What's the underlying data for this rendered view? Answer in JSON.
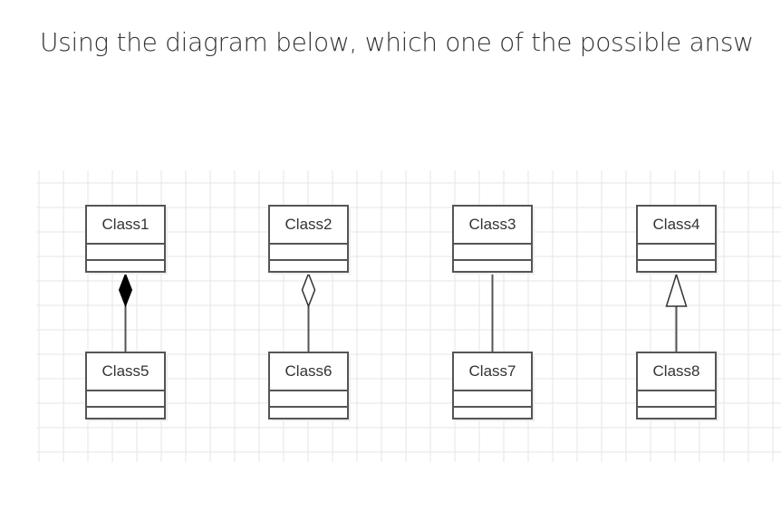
{
  "question": {
    "text": "Using the diagram below, which one of the possible answ"
  },
  "diagram": {
    "grid": true,
    "classes": [
      {
        "name": "Class1"
      },
      {
        "name": "Class2"
      },
      {
        "name": "Class3"
      },
      {
        "name": "Class4"
      },
      {
        "name": "Class5"
      },
      {
        "name": "Class6"
      },
      {
        "name": "Class7"
      },
      {
        "name": "Class8"
      }
    ],
    "relationships": [
      {
        "from": "Class5",
        "to": "Class1",
        "type": "composition",
        "marker": "filled-diamond"
      },
      {
        "from": "Class6",
        "to": "Class2",
        "type": "aggregation",
        "marker": "hollow-diamond"
      },
      {
        "from": "Class7",
        "to": "Class3",
        "type": "association",
        "marker": "none"
      },
      {
        "from": "Class8",
        "to": "Class4",
        "type": "generalization",
        "marker": "hollow-triangle"
      }
    ]
  }
}
